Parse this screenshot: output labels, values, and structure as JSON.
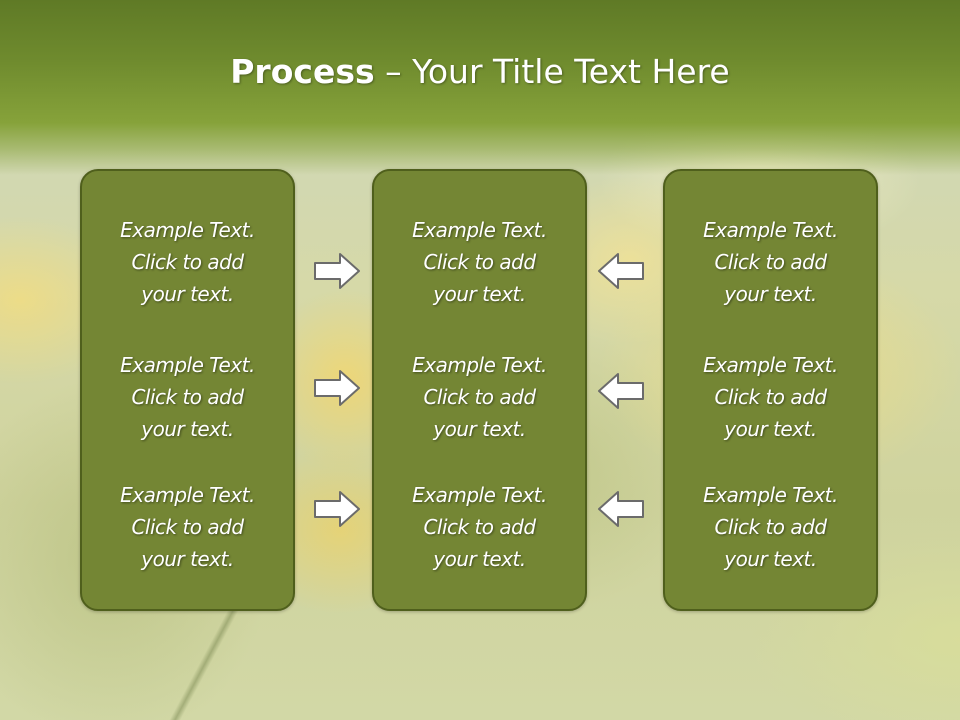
{
  "slide": {
    "title_bold": "Process",
    "title_rest": " – Your Title Text Here"
  },
  "panels": [
    {
      "items": [
        {
          "line1": "Example Text.",
          "line2": "Click  to add",
          "line3": "your text."
        },
        {
          "line1": "Example Text.",
          "line2": "Click  to add",
          "line3": "your text."
        },
        {
          "line1": "Example Text.",
          "line2": "Click  to add",
          "line3": "your text."
        }
      ]
    },
    {
      "items": [
        {
          "line1": "Example Text.",
          "line2": "Click  to add",
          "line3": "your text."
        },
        {
          "line1": "Example Text.",
          "line2": "Click  to add",
          "line3": "your text."
        },
        {
          "line1": "Example Text.",
          "line2": "Click  to add",
          "line3": "your text."
        }
      ]
    },
    {
      "items": [
        {
          "line1": "Example Text.",
          "line2": "Click  to add",
          "line3": "your text."
        },
        {
          "line1": "Example Text.",
          "line2": "Click  to add",
          "line3": "your text."
        },
        {
          "line1": "Example Text.",
          "line2": "Click  to add",
          "line3": "your text."
        }
      ]
    }
  ],
  "arrows": {
    "left_column": [
      "arrow-right-icon",
      "arrow-right-icon",
      "arrow-right-icon"
    ],
    "right_column": [
      "arrow-left-icon",
      "arrow-left-icon",
      "arrow-left-icon"
    ]
  },
  "colors": {
    "title_band": "#6f8b2e",
    "panel_fill": "#748634",
    "panel_border": "#4f5f1c",
    "text": "#ffffff",
    "arrow_fill": "#ffffff",
    "arrow_stroke": "#6b6b6b"
  }
}
